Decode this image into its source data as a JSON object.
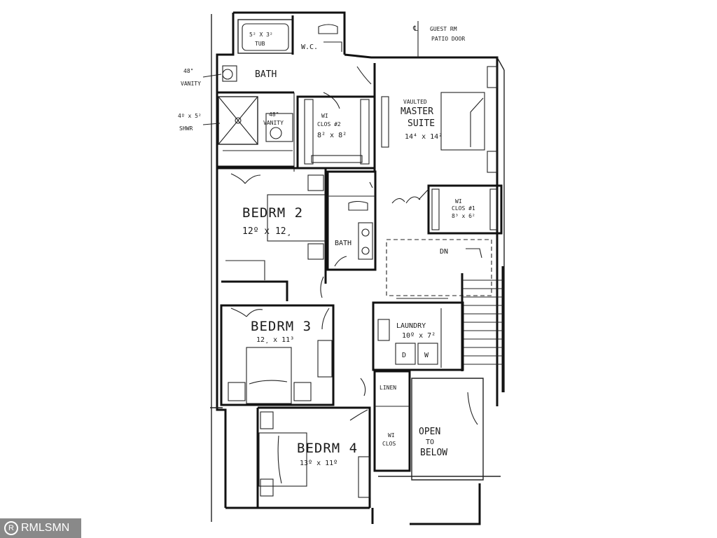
{
  "rooms": {
    "tub": {
      "line1": "5² X 3²",
      "line2": "TUB"
    },
    "wc": "W.C.",
    "bath1": "BATH",
    "wi_clos2": {
      "line1": "WI",
      "line2": "CLOS #2",
      "dim": "8² x 8²"
    },
    "master": {
      "line1": "VAULTED",
      "line2": "MASTER",
      "line3": "SUITE",
      "dim": "14⁴ x 14²"
    },
    "wi_clos1": {
      "line1": "WI",
      "line2": "CLOS #1",
      "dim": "8³ x 6²"
    },
    "bedrm2": {
      "name": "BEDRM 2",
      "dim": "12º x 12¸"
    },
    "bath2": "BATH",
    "bedrm3": {
      "name": "BEDRM 3",
      "dim": "12¸ x 11³"
    },
    "laundry": {
      "name": "LAUNDRY",
      "dim": "10º x 7²"
    },
    "dryer": "D",
    "washer": "W",
    "linen": "LINEN",
    "wi_clos4": {
      "line1": "WI",
      "line2": "CLOS"
    },
    "bedrm4": {
      "name": "BEDRM 4",
      "dim": "13º x 11º"
    },
    "open_below": {
      "line1": "OPEN",
      "line2": "TO",
      "line3": "BELOW"
    },
    "stair_dn": "DN"
  },
  "annotations": {
    "vanity48_top": {
      "line1": "48\"",
      "line2": "VANITY"
    },
    "shower": {
      "line1": "4º x 5²",
      "line2": "SHWR"
    },
    "vanity48_mid": {
      "line1": "48\"",
      "line2": "VANITY"
    },
    "patio": {
      "line1": "GUEST RM",
      "line2": "PATIO DOOR"
    }
  },
  "watermark": "RMLSMN"
}
